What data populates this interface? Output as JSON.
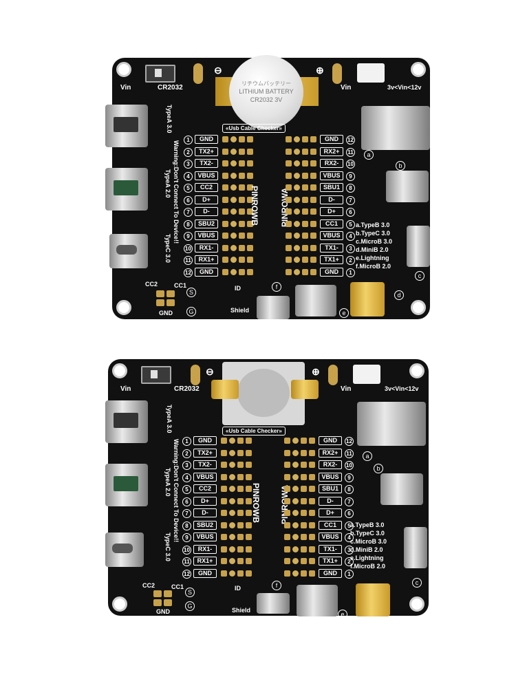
{
  "labels": {
    "vin": "Vin",
    "cr2032": "CR2032",
    "checker": "«Usb Cable Checker»",
    "vin_range": "3v<Vin<12v",
    "typeA30": "TypeA 3.0",
    "typeA20": "TypeA 2.0",
    "typeC30": "TypeC 3.0",
    "warning": "Warning:Don't Connect To Device!!",
    "pinrowA": "PINROWA",
    "pinrowB": "PINROWB",
    "cc2": "CC2",
    "cc1": "CC1",
    "gnd": "GND",
    "id": "ID",
    "shield": "Shield",
    "minus": "⊖",
    "plus": "⊕",
    "coin_line1": "リチウムバッテリー",
    "coin_line2": "LITHIUM BATTERY",
    "coin_line3": "CR2032  3V",
    "s": "S",
    "g": "G",
    "f_mark": "f",
    "e_mark": "e",
    "a_mark": "a",
    "b_mark": "b",
    "c_mark": "c",
    "d_mark": "d"
  },
  "legend1": [
    "a.TypeB 3.0",
    "b.TypeC 3.0",
    "c.MicroB 3.0",
    "d.MiniB 2.0",
    "e.Lightning",
    "f.MicroB 2.0"
  ],
  "legend2": [
    "a.TypeB 3.0",
    "b.TypeC 3.0",
    "c.MicroB 3.0",
    "d.MiniB 2.0",
    "e.Lightning",
    "f.MicroB 2.0"
  ],
  "pinsB": [
    {
      "n": "1",
      "t": "GND"
    },
    {
      "n": "2",
      "t": "TX2+"
    },
    {
      "n": "3",
      "t": "TX2-"
    },
    {
      "n": "4",
      "t": "VBUS"
    },
    {
      "n": "5",
      "t": "CC2"
    },
    {
      "n": "6",
      "t": "D+"
    },
    {
      "n": "7",
      "t": "D-"
    },
    {
      "n": "8",
      "t": "SBU2"
    },
    {
      "n": "9",
      "t": "VBUS"
    },
    {
      "n": "10",
      "t": "RX1-"
    },
    {
      "n": "11",
      "t": "RX1+"
    },
    {
      "n": "12",
      "t": "GND"
    }
  ],
  "pinsA": [
    {
      "n": "12",
      "t": "GND"
    },
    {
      "n": "11",
      "t": "RX2+"
    },
    {
      "n": "10",
      "t": "RX2-"
    },
    {
      "n": "9",
      "t": "VBUS"
    },
    {
      "n": "8",
      "t": "SBU1"
    },
    {
      "n": "7",
      "t": "D-"
    },
    {
      "n": "6",
      "t": "D+"
    },
    {
      "n": "5",
      "t": "CC1"
    },
    {
      "n": "4",
      "t": "VBUS"
    },
    {
      "n": "3",
      "t": "TX1-"
    },
    {
      "n": "2",
      "t": "TX1+"
    },
    {
      "n": "1",
      "t": "GND"
    }
  ]
}
